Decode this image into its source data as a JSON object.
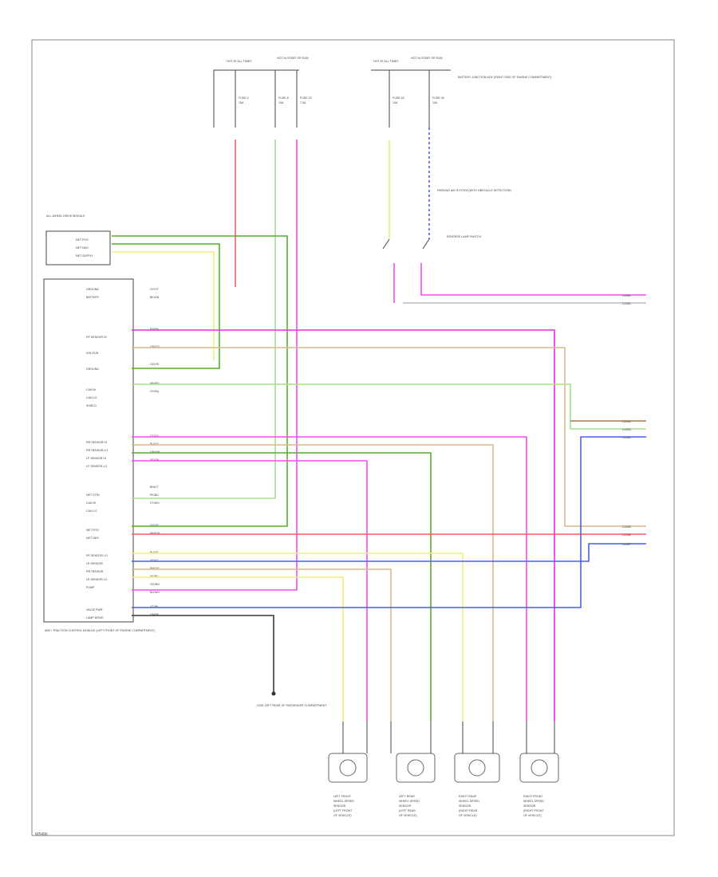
{
  "corner_code": "W5496",
  "colors": {
    "red": "#ff5a5a",
    "pink": "#f24cf2",
    "magenta": "#e030e0",
    "green": "#55b02a",
    "lightgreen": "#a8e08c",
    "yellow": "#f0ef7a",
    "blue": "#4a5ef0",
    "tan": "#d9b98a",
    "black": "#3a3a3a",
    "gray": "#9a9a9a",
    "brown": "#b07a4a",
    "orange": "#f5a060"
  },
  "top_boxes": [
    {
      "label": "HOT AT ALL TIMES"
    },
    {
      "label": "HOT IN START OR RUN"
    },
    {
      "label": "HOT AT ALL TIMES"
    },
    {
      "label": "HOT IN START OR RUN"
    }
  ],
  "fuses": [
    {
      "name": "FUSE 4",
      "rating": "15A"
    },
    {
      "name": "FUSE 8",
      "rating": "10A"
    },
    {
      "name": "FUSE 22",
      "rating": "7.5A"
    },
    {
      "name": "FUSE 43",
      "rating": "10A"
    },
    {
      "name": "FUSE 39",
      "rating": "10A"
    }
  ],
  "top_right_note": "BATTERY JUNCTION BOX (RIGHT SIDE OF ENGINE COMPARTMENT)",
  "diode_note": "PARKING AID SYSTEM (WITH OBSTACLE DETECTION)",
  "switch_note": "REVERSE LAMP SWITCH",
  "ground_label": "G301 LEFT REAR OF PASSENGER COMPARTMENT",
  "left_module": {
    "title": "ALL-WHEEL DRIVE MODULE",
    "pins": [
      "NET POS",
      "NET NEG",
      "NET SUPPLY"
    ]
  },
  "main_module_caption": "ABS / TRACTION CONTROL MODULE (LEFT FRONT OF ENGINE COMPARTMENT)",
  "module_pins": [
    "GROUND",
    "BATTERY",
    "RF SENSOR HI",
    "IGN RUN",
    "GROUND",
    "CAN HI",
    "CAN LO",
    "SHIELD",
    "RR SENSOR HI",
    "RR SENSOR LO",
    "LF SENSOR HI",
    "LF SENSOR LO",
    "NET CTRL",
    "CAN HI",
    "CAN LO",
    "NET POS",
    "NET NEG",
    "RF SENSOR LO",
    "LR SENSOR",
    "RR SENSOR",
    "LR SENSOR LO",
    "PUMP",
    "VALVE PWR",
    "LAMP DRIVE"
  ],
  "wire_codes": [
    "GY/VT",
    "BK/GN",
    "RD/BK",
    "GN/OG",
    "OG/YE",
    "WH/BU",
    "GY/BU",
    "VT/OG",
    "BU/GY",
    "GN/WH",
    "YE/GN",
    "BN/VT",
    "PK/BU",
    "VT/WH",
    "GY/YE",
    "WH/GN",
    "BU/YE",
    "YE/VT",
    "BN/OG",
    "YE/BU",
    "OG/BN",
    "VT/BK",
    "GN/BK",
    "BU/WH"
  ],
  "right_connectors_a": [
    "C2280",
    "C2281"
  ],
  "right_connectors_b": [
    "C2282",
    "C2283",
    "C2284"
  ],
  "right_connectors_c": [
    "C2285",
    "C2286",
    "C2287"
  ],
  "sensors": [
    {
      "lines": [
        "LEFT FRONT",
        "WHEEL SPEED",
        "SENSOR",
        "(LEFT FRONT",
        "OF VEHICLE)"
      ]
    },
    {
      "lines": [
        "LEFT REAR",
        "WHEEL SPEED",
        "SENSOR",
        "(LEFT REAR",
        "OF VEHICLE)"
      ]
    },
    {
      "lines": [
        "RIGHT REAR",
        "WHEEL SPEED",
        "SENSOR",
        "(RIGHT REAR",
        "OF VEHICLE)"
      ]
    },
    {
      "lines": [
        "RIGHT FRONT",
        "WHEEL SPEED",
        "SENSOR",
        "(RIGHT FRONT",
        "OF VEHICLE)"
      ]
    }
  ]
}
